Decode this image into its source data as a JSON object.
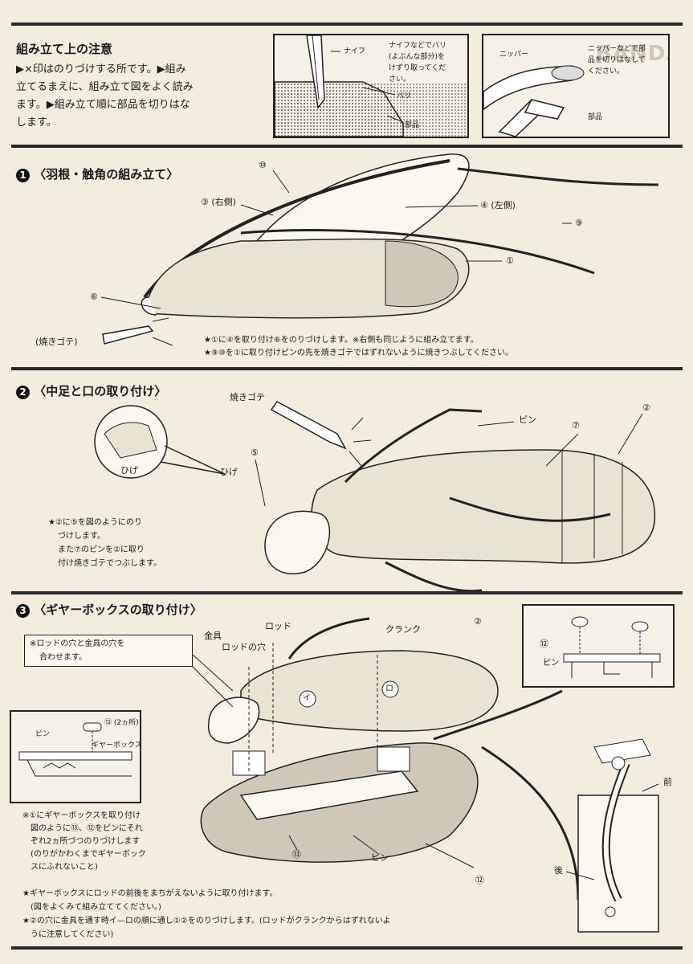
{
  "notes": {
    "title": "組み立て上の注意",
    "body_lines": [
      "▶×印はのりづけする所です。▶組み",
      "立てるまえに、組み立て図をよく読み",
      "ます。▶組み立て順に部品を切りはな",
      "します。"
    ],
    "knife_box": {
      "label_knife": "ナイフ",
      "label_burr": "バリ",
      "label_part": "部品",
      "instructions": [
        "ナイフなどでバリ",
        "(よぶんな部分)を",
        "けずり取ってくだ",
        "さい。"
      ]
    },
    "nipper_box": {
      "label_nipper": "ニッパー",
      "label_part": "部品",
      "instructions": [
        "ニッパーなどで部",
        "品を切りはなして",
        "ください。"
      ]
    },
    "bg_logo": "BANDAI"
  },
  "step1": {
    "marker": "1",
    "title": "〈羽根・触角の組み立て〉",
    "labels": {
      "p10": "⑩",
      "p3": "③ (右側)",
      "p4": "④ (左側)",
      "p9": "⑨",
      "p1": "①",
      "p6": "⑥",
      "iron": "(焼きゴテ)"
    },
    "notes": [
      "★①に④を取り付け⑥をのりづけします。※右側も同じように組み立てます。",
      "★⑨⑩を①に取り付けピンの先を焼きゴテではずれないように焼きつぶしてください。"
    ]
  },
  "step2": {
    "marker": "2",
    "title": "〈中足と口の取り付け〉",
    "labels": {
      "iron": "焼きゴテ",
      "pin": "ピン",
      "p7": "⑦",
      "p2": "②",
      "p5": "⑤",
      "whisker": "ひげ",
      "whisker2": "ひげ"
    },
    "notes": [
      "★②に⑤を図のようにのり",
      "づけします。",
      "また⑦のピンを②に取り",
      "付け焼きゴテでつぶします。"
    ]
  },
  "step3": {
    "marker": "3",
    "title": "〈ギヤーボックスの取り付け〉",
    "callout": [
      "※ロッドの穴と金具の穴を",
      "合わせます。"
    ],
    "labels": {
      "fitting": "金具",
      "rod": "ロッド",
      "rod_hole": "ロッドの穴",
      "crank": "クランク",
      "p2": "②",
      "p13_two": "⑬ (2ヵ所)",
      "pin": "ピン",
      "gearbox": "ギヤーボックス",
      "p12": "⑫",
      "p12b": "⑫",
      "pin_r": "ピン",
      "p13": "⑬",
      "pin_b": "ピン",
      "i": "イ",
      "ro": "ロ",
      "front": "前",
      "back": "後"
    },
    "notes_left": [
      "※①にギヤーボックスを取り付け",
      "図のように⑬、⑫をピンにそれ",
      "ぞれ2ヵ所づつのりづけします",
      "(のりがかわくまでギヤーボック",
      "スにふれないこと)"
    ],
    "notes_bottom": [
      "★ギヤーボックスにロッドの前後をまちがえないように取り付けます。",
      "(図をよくみて組み立ててください。)",
      "★②の穴に金具を通す時イ—ロの順に通し①②をのりづけします。(ロッドがクランクからはずれないよ",
      "うに注意してください)"
    ]
  },
  "colors": {
    "paper": "#f3ede0",
    "ink": "#1a1a1a",
    "rule": "#2a2a2a"
  }
}
